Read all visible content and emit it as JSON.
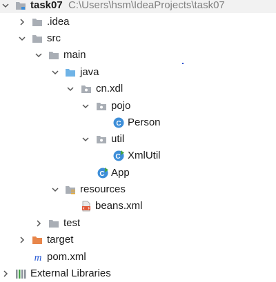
{
  "project_tree": {
    "root": {
      "label": "task07",
      "path": "C:\\Users\\hsm\\IdeaProjects\\task07"
    },
    "idea": {
      "label": ".idea"
    },
    "src": {
      "label": "src"
    },
    "main": {
      "label": "main"
    },
    "java": {
      "label": "java"
    },
    "cn_xdl": {
      "label": "cn.xdl"
    },
    "pojo": {
      "label": "pojo"
    },
    "person": {
      "label": "Person",
      "badge": "C"
    },
    "util": {
      "label": "util"
    },
    "xmlutil": {
      "label": "XmlUtil",
      "badge": "C"
    },
    "app": {
      "label": "App",
      "badge": "C"
    },
    "resources": {
      "label": "resources"
    },
    "beans_xml": {
      "label": "beans.xml"
    },
    "test": {
      "label": "test"
    },
    "target": {
      "label": "target"
    },
    "pom": {
      "label": "pom.xml",
      "badge": "m"
    },
    "external_libraries": {
      "label": "External Libraries"
    }
  },
  "colors": {
    "folder": "#a9aeb5",
    "source_folder": "#6fb3e6",
    "excluded_folder": "#e8864a",
    "class_badge": "#3d8ed8",
    "run_badge": "#45a249",
    "maven": "#2b5cd6"
  }
}
